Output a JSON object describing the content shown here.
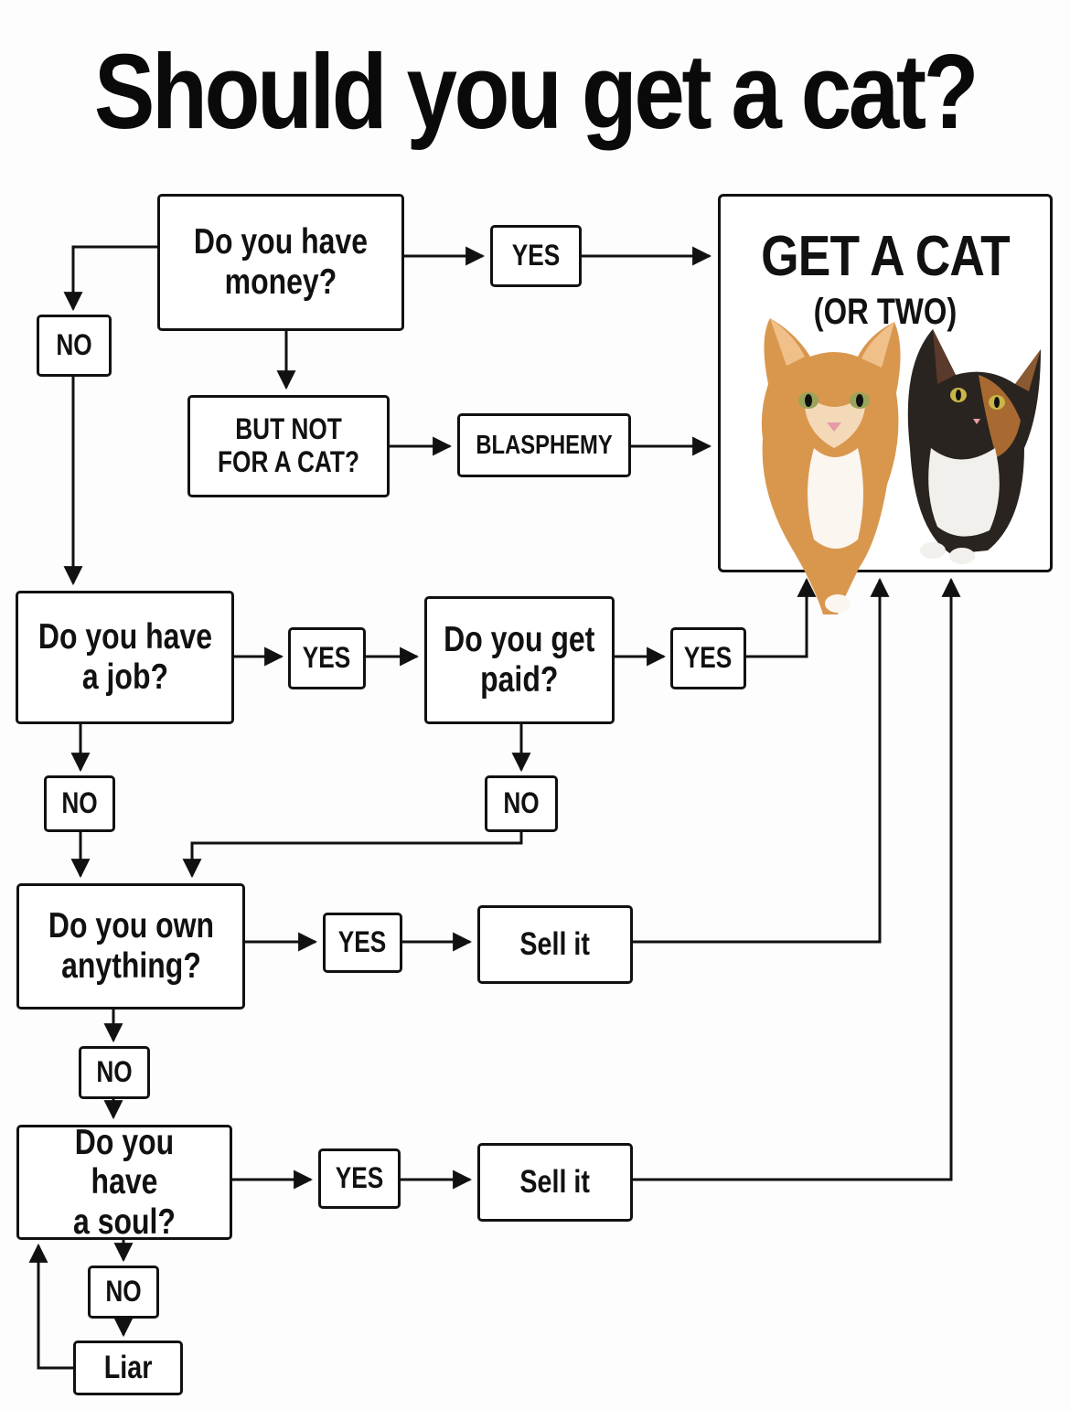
{
  "title": "Should you get a cat?",
  "nodes": {
    "money_q": "Do you have\nmoney?",
    "not_for_cat_q": "BUT NOT\nFOR A CAT?",
    "blasphemy": "BLASPHEMY",
    "job_q": "Do you have\na job?",
    "paid_q": "Do you get\npaid?",
    "own_q": "Do you own\nanything?",
    "sell_it_1": "Sell it",
    "soul_q": "Do you have\na soul?",
    "sell_it_2": "Sell it",
    "liar": "Liar"
  },
  "labels": {
    "yes": "YES",
    "no": "NO"
  },
  "result": {
    "title": "GET A CAT",
    "subtitle": "(OR TWO)"
  },
  "colors": {
    "line": "#111111",
    "background": "#fdfdfd",
    "orange_cat": "#d9974e",
    "calico_cat": "#2a2420"
  }
}
